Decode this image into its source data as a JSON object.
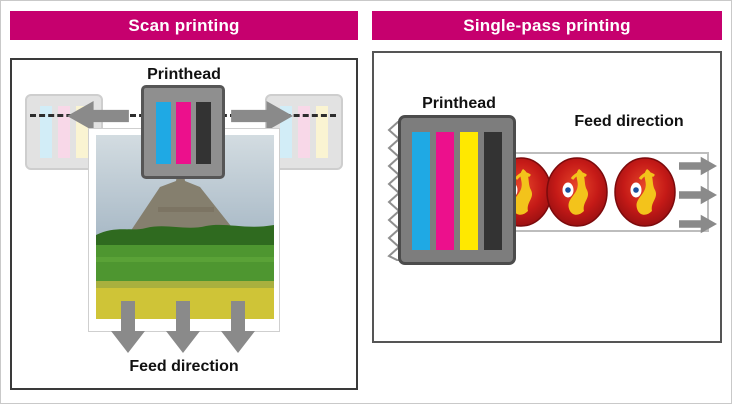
{
  "panels": {
    "scan": {
      "header": "Scan printing",
      "printhead_label": "Printhead",
      "feed_label": "Feed direction"
    },
    "single_pass": {
      "header": "Single-pass printing",
      "printhead_label": "Printhead",
      "feed_label": "Feed direction"
    }
  },
  "icons": {
    "scan_direction": "left-right-block-arrows",
    "feed_direction_left_panel": "three-down-block-arrows",
    "feed_direction_right_panel": "three-right-block-arrows",
    "printhead": "gray-printhead-with-ink-bars",
    "printed_media_left": "castle-landscape-photo",
    "printed_media_right": "red-oval-labels",
    "paper_path": "zigzag-line"
  },
  "colors": {
    "header_bg": "#C6006E",
    "header_text": "#FFFFFF",
    "ink_cyan": "#1FA9E4",
    "ink_magenta": "#EC108C",
    "ink_yellow": "#FFE800",
    "ink_black": "#333333",
    "arrow_gray": "#8A8A8A"
  }
}
